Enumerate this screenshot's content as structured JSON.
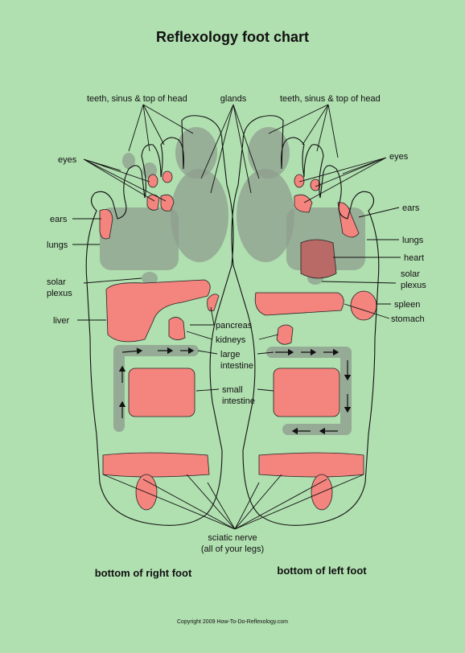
{
  "title": "Reflexology foot chart",
  "labels": {
    "teeth_left": "teeth, sinus & top of head",
    "glands": "glands",
    "teeth_right": "teeth, sinus & top of head",
    "eyes_left": "eyes",
    "eyes_right": "eyes",
    "ears_left": "ears",
    "ears_right": "ears",
    "lungs_left": "lungs",
    "lungs_right": "lungs",
    "heart": "heart",
    "solar_left_1": "solar",
    "solar_left_2": "plexus",
    "solar_right_1": "solar",
    "solar_right_2": "plexus",
    "liver": "liver",
    "spleen": "spleen",
    "stomach": "stomach",
    "pancreas": "pancreas",
    "kidneys": "kidneys",
    "large_1": "large",
    "large_2": "intestine",
    "small_1": "small",
    "small_2": "intestine",
    "sciatic_1": "sciatic nerve",
    "sciatic_2": "(all of your legs)"
  },
  "captions": {
    "right_foot": "bottom of right foot",
    "left_foot": "bottom of left foot"
  },
  "copyright": "Copyright 2009 How-To-Do-Reflexology.com",
  "colors": {
    "background": "#b0dfb0",
    "zone_pink": "#f4847e",
    "zone_gray": "#8f9d8f"
  }
}
